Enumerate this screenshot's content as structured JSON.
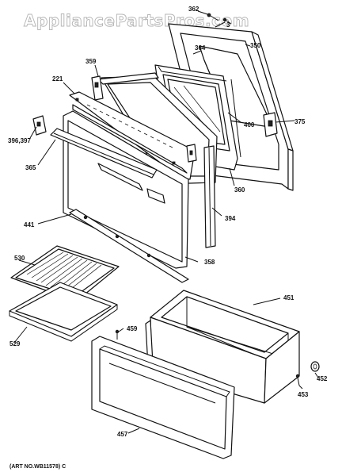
{
  "watermark": "AppliancePartsPros.com",
  "art_number": "(ART NO.WB11578) C",
  "callouts": {
    "c362": "362",
    "c3": "3",
    "c350": "350",
    "c364": "364",
    "c359": "359",
    "c221": "221",
    "c400": "400",
    "c375": "375",
    "c396_397": "396,397",
    "c365": "365",
    "c360": "360",
    "c394": "394",
    "c441": "441",
    "c530": "530",
    "c358": "358",
    "c451": "451",
    "c459": "459",
    "c529": "529",
    "c452": "452",
    "c453": "453",
    "c457": "457"
  }
}
